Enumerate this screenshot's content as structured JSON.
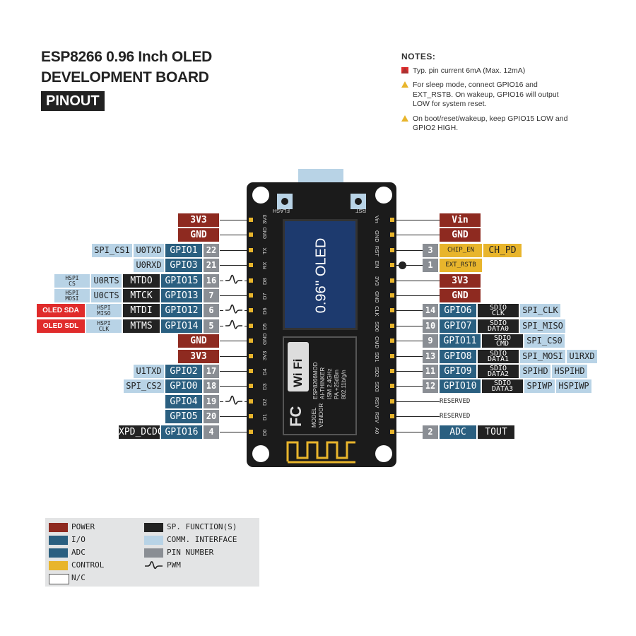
{
  "title": {
    "line1": "ESP8266 0.96 Inch OLED",
    "line2": "DEVELOPMENT BOARD",
    "badge": "PINOUT"
  },
  "notes": {
    "heading": "NOTES:",
    "items": [
      "Typ. pin current 6mA (Max. 12mA)",
      "For sleep mode, connect GPIO16 and EXT_RSTB. On wakeup, GPIO16 will output LOW for system reset.",
      "On boot/reset/wakeup, keep GPIO15 LOW and GPIO2 HIGH."
    ]
  },
  "board": {
    "oled_label": "0.96'' OLED",
    "button_flash": "FLASH",
    "button_rst": "RST",
    "left_silk": [
      "3V3",
      "GND",
      "TX",
      "RX",
      "D8",
      "D7",
      "D6",
      "D5",
      "GND",
      "3V3",
      "D4",
      "D3",
      "D2",
      "D1",
      "D0"
    ],
    "right_silk": [
      "Vin",
      "GND",
      "RST",
      "EN",
      "3V3",
      "GND",
      "CLK",
      "SD0",
      "CMD",
      "SD1",
      "SD2",
      "SD3",
      "RSV",
      "RSV",
      "A0"
    ],
    "module_text": [
      "ESP8266MOD",
      "AI-THINKER",
      "ISM 2.4GHz",
      "PA +25dBm",
      "802.11b/g/n"
    ],
    "module_side": [
      "MODEL",
      "VENDOR"
    ],
    "wifi_logo": "Wi Fi",
    "fcc_logo": "FC"
  },
  "left_rows": [
    {
      "cells": [
        {
          "t": "3V3",
          "c": "power"
        }
      ]
    },
    {
      "cells": [
        {
          "t": "GND",
          "c": "power"
        }
      ]
    },
    {
      "cells": [
        {
          "t": "SPI_CS1",
          "c": "comm"
        },
        {
          "t": "U0TXD",
          "c": "comm"
        },
        {
          "t": "GPIO1",
          "c": "gpio"
        },
        {
          "t": "22",
          "c": "pinnum"
        }
      ]
    },
    {
      "cells": [
        {
          "t": "U0RXD",
          "c": "comm"
        },
        {
          "t": "GPIO3",
          "c": "gpio"
        },
        {
          "t": "21",
          "c": "pinnum"
        }
      ]
    },
    {
      "pwm": true,
      "cells": [
        {
          "t": "HSPI CS",
          "c": "comm"
        },
        {
          "t": "U0RTS",
          "c": "comm"
        },
        {
          "t": "MTDO",
          "c": "sp"
        },
        {
          "t": "GPIO15",
          "c": "gpio"
        },
        {
          "t": "16",
          "c": "pinnum"
        }
      ]
    },
    {
      "cells": [
        {
          "t": "HSPI MOSI",
          "c": "comm"
        },
        {
          "t": "U0CTS",
          "c": "comm"
        },
        {
          "t": "MTCK",
          "c": "sp"
        },
        {
          "t": "GPIO13",
          "c": "gpio"
        },
        {
          "t": "7",
          "c": "pinnum"
        }
      ]
    },
    {
      "pwm": true,
      "cells": [
        {
          "t": "OLED SDA",
          "c": "red"
        },
        {
          "t": "HSPI MISO",
          "c": "comm"
        },
        {
          "t": "MTDI",
          "c": "sp"
        },
        {
          "t": "GPIO12",
          "c": "gpio"
        },
        {
          "t": "6",
          "c": "pinnum"
        }
      ]
    },
    {
      "pwm": true,
      "cells": [
        {
          "t": "OLED SDL",
          "c": "red"
        },
        {
          "t": "HSPI CLK",
          "c": "comm"
        },
        {
          "t": "MTMS",
          "c": "sp"
        },
        {
          "t": "GPIO14",
          "c": "gpio"
        },
        {
          "t": "5",
          "c": "pinnum"
        }
      ]
    },
    {
      "cells": [
        {
          "t": "GND",
          "c": "power"
        }
      ]
    },
    {
      "cells": [
        {
          "t": "3V3",
          "c": "power"
        }
      ]
    },
    {
      "cells": [
        {
          "t": "U1TXD",
          "c": "comm"
        },
        {
          "t": "GPIO2",
          "c": "gpio"
        },
        {
          "t": "17",
          "c": "pinnum"
        }
      ]
    },
    {
      "cells": [
        {
          "t": "SPI_CS2",
          "c": "comm"
        },
        {
          "t": "GPIO0",
          "c": "gpio"
        },
        {
          "t": "18",
          "c": "pinnum"
        }
      ]
    },
    {
      "pwm": true,
      "cells": [
        {
          "t": "GPIO4",
          "c": "gpio"
        },
        {
          "t": "19",
          "c": "pinnum"
        }
      ]
    },
    {
      "cells": [
        {
          "t": "GPIO5",
          "c": "gpio"
        },
        {
          "t": "20",
          "c": "pinnum"
        }
      ]
    },
    {
      "cells": [
        {
          "t": "XPD_DCDC",
          "c": "sp"
        },
        {
          "t": "GPIO16",
          "c": "gpio"
        },
        {
          "t": "4",
          "c": "pinnum"
        }
      ]
    }
  ],
  "right_rows": [
    {
      "cells": [
        {
          "t": "Vin",
          "c": "power"
        }
      ]
    },
    {
      "cells": [
        {
          "t": "GND",
          "c": "power"
        }
      ]
    },
    {
      "cells": [
        {
          "t": "3",
          "c": "pinnum"
        },
        {
          "t": "CHIP_EN",
          "c": "ctrl"
        },
        {
          "t": "CH_PD",
          "c": "ctrl"
        }
      ]
    },
    {
      "dot": true,
      "cells": [
        {
          "t": "1",
          "c": "pinnum"
        },
        {
          "t": "EXT_RSTB",
          "c": "ctrl"
        }
      ]
    },
    {
      "cells": [
        {
          "t": "3V3",
          "c": "power"
        }
      ]
    },
    {
      "cells": [
        {
          "t": "GND",
          "c": "power"
        }
      ]
    },
    {
      "cells": [
        {
          "t": "14",
          "c": "pinnum"
        },
        {
          "t": "GPIO6",
          "c": "gpio"
        },
        {
          "t": "SDIO CLK",
          "c": "sp"
        },
        {
          "t": "SPI_CLK",
          "c": "comm"
        }
      ]
    },
    {
      "cells": [
        {
          "t": "10",
          "c": "pinnum"
        },
        {
          "t": "GPIO7",
          "c": "gpio"
        },
        {
          "t": "SDIO DATA0",
          "c": "sp"
        },
        {
          "t": "SPI_MISO",
          "c": "comm"
        }
      ]
    },
    {
      "cells": [
        {
          "t": "9",
          "c": "pinnum"
        },
        {
          "t": "GPIO11",
          "c": "gpio"
        },
        {
          "t": "SDIO CMD",
          "c": "sp"
        },
        {
          "t": "SPI_CS0",
          "c": "comm"
        }
      ]
    },
    {
      "cells": [
        {
          "t": "13",
          "c": "pinnum"
        },
        {
          "t": "GPIO8",
          "c": "gpio"
        },
        {
          "t": "SDIO DATA1",
          "c": "sp"
        },
        {
          "t": "SPI_MOSI",
          "c": "comm"
        },
        {
          "t": "U1RXD",
          "c": "comm"
        }
      ]
    },
    {
      "cells": [
        {
          "t": "11",
          "c": "pinnum"
        },
        {
          "t": "GPIO9",
          "c": "gpio"
        },
        {
          "t": "SDIO DATA2",
          "c": "sp"
        },
        {
          "t": "SPIHD",
          "c": "comm"
        },
        {
          "t": "HSPIHD",
          "c": "comm"
        }
      ]
    },
    {
      "cells": [
        {
          "t": "12",
          "c": "pinnum"
        },
        {
          "t": "GPIO10",
          "c": "gpio"
        },
        {
          "t": "SDIO DATA3",
          "c": "sp"
        },
        {
          "t": "SPIWP",
          "c": "comm"
        },
        {
          "t": "HSPIWP",
          "c": "comm"
        }
      ]
    },
    {
      "cells": [
        {
          "t": "RESERVED",
          "c": "plain"
        }
      ]
    },
    {
      "cells": [
        {
          "t": "RESERVED",
          "c": "plain"
        }
      ]
    },
    {
      "cells": [
        {
          "t": "2",
          "c": "pinnum"
        },
        {
          "t": "ADC",
          "c": "gpio"
        },
        {
          "t": "TOUT",
          "c": "sp"
        }
      ]
    }
  ],
  "legend": [
    {
      "label": "POWER",
      "swatch": "#8e2a20"
    },
    {
      "label": "I/O",
      "swatch": "#2a5f80"
    },
    {
      "label": "ADC",
      "swatch": "#2a5f80"
    },
    {
      "label": "CONTROL",
      "swatch": "#e8b52c"
    },
    {
      "label": "N/C",
      "swatch": "#ffffff"
    },
    {
      "label": "SP. FUNCTION(S)",
      "swatch": "#222222"
    },
    {
      "label": "COMM. INTERFACE",
      "swatch": "#b8d3e6"
    },
    {
      "label": "PIN NUMBER",
      "swatch": "#8a8e94"
    },
    {
      "label": "PWM",
      "swatch": "pwm"
    }
  ],
  "colors": {
    "power": "#8e2a20",
    "io": "#2a5f80",
    "control": "#e8b52c",
    "sp_function": "#222222",
    "comm": "#b8d3e6",
    "pin_number": "#8a8e94",
    "oled_accent": "#e02b2b",
    "board": "#1b1b1b"
  }
}
